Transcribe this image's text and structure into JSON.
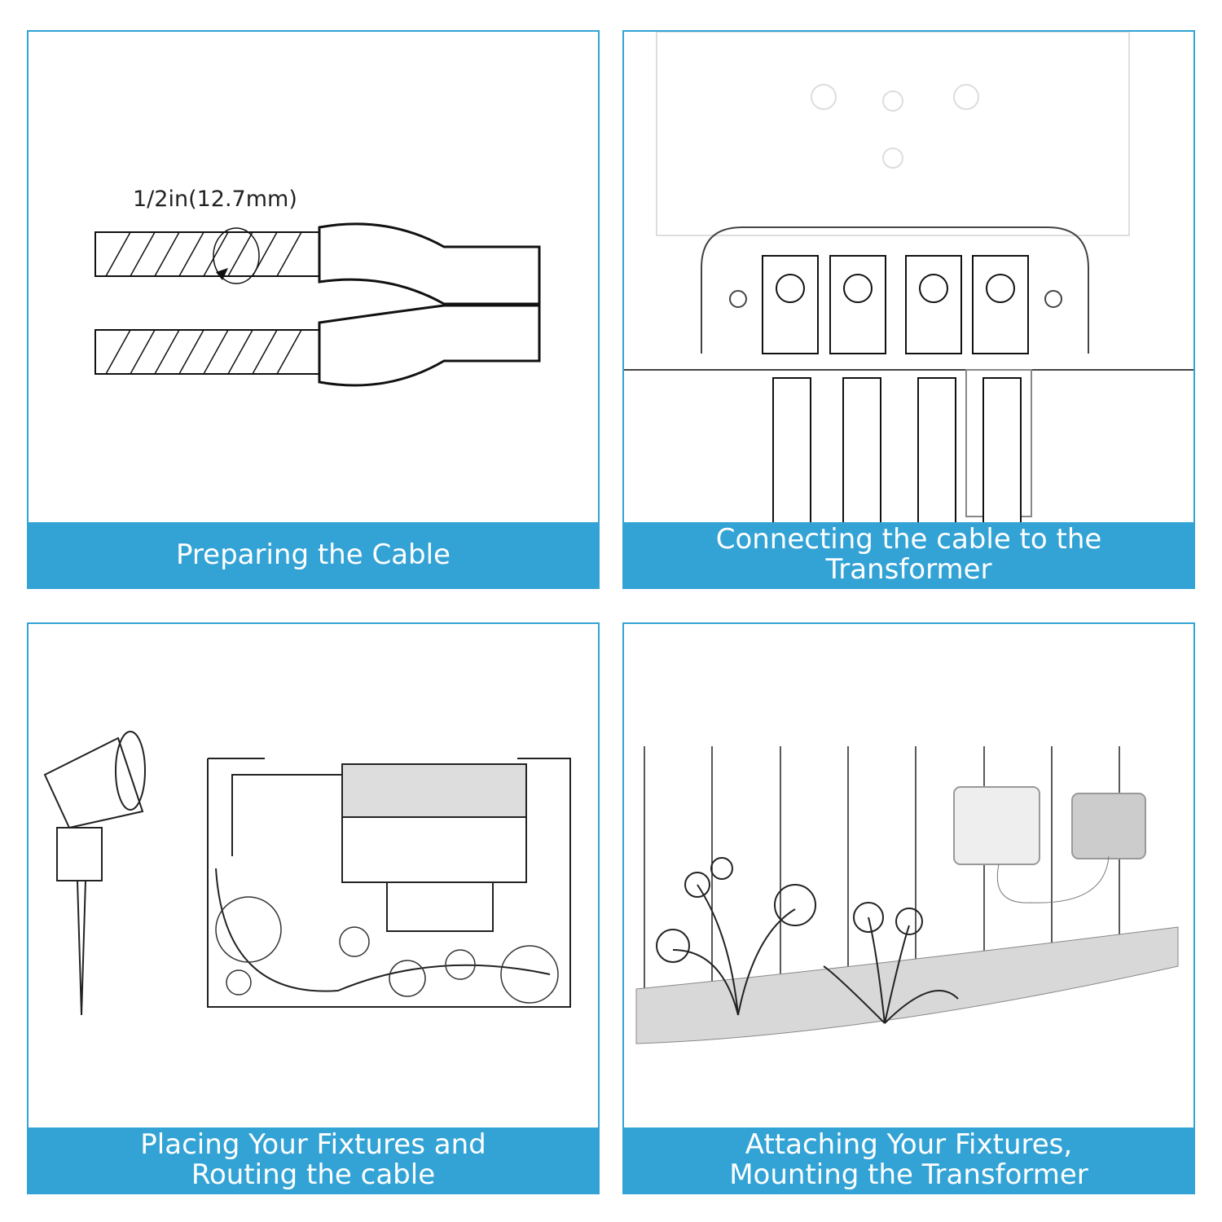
{
  "accent_color": "#33a3d6",
  "panels": [
    {
      "title": "Preparing the Cable",
      "dimension_label": "1/2in(12.7mm)"
    },
    {
      "title_line1": "Connecting the cable to the",
      "title_line2": "Transformer"
    },
    {
      "title_line1": "Placing Your Fixtures and",
      "title_line2": "Routing the cable"
    },
    {
      "title_line1": "Attaching Your Fixtures,",
      "title_line2": "Mounting the Transformer"
    }
  ]
}
